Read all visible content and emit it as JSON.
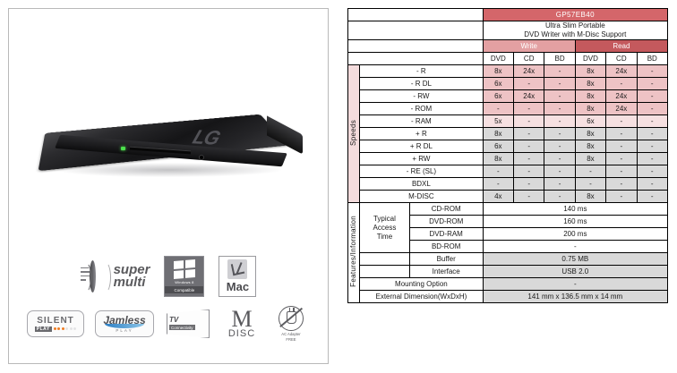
{
  "product": {
    "brand_logo": "LG",
    "image_alt": "ultra-slim-portable-dvd-writer",
    "badges_row1": [
      {
        "name": "super-multi-badge",
        "line1": "super",
        "line2": "multi"
      },
      {
        "name": "windows-8-compatible-badge",
        "label": "Windows 8",
        "sub": "Compatible"
      },
      {
        "name": "mac-compatible-badge",
        "label": "Mac"
      }
    ],
    "badges_row2": [
      {
        "name": "silent-play-badge",
        "label": "SILENT",
        "sub": "PLAY"
      },
      {
        "name": "jamless-play-badge",
        "label": "Jamless",
        "sub": "PLAY"
      },
      {
        "name": "tv-connectivity-badge",
        "label": "TV",
        "sub": "Connectivity"
      },
      {
        "name": "m-disc-badge",
        "label": "M",
        "sub": "DISC"
      },
      {
        "name": "ac-adapter-free-badge",
        "line1": "AC Adapter",
        "line2": "FREE"
      }
    ]
  },
  "spec": {
    "model": "GP57EB40",
    "subtitle_line1": "Ultra Slim Portable",
    "subtitle_line2": "DVD Writer with M-Disc Support",
    "group_write": "Write",
    "group_read": "Read",
    "media_headers": [
      "DVD",
      "CD",
      "BD",
      "DVD",
      "CD",
      "BD"
    ],
    "speeds_caption": "Speeds",
    "features_caption": "Features/Information",
    "speeds_rows": [
      {
        "label": "- R",
        "values": [
          "8x",
          "24x",
          "-",
          "8x",
          "24x",
          "-"
        ],
        "tone": "pink"
      },
      {
        "label": "- R DL",
        "values": [
          "6x",
          "-",
          "-",
          "8x",
          "-",
          "-"
        ],
        "tone": "pink"
      },
      {
        "label": "- RW",
        "values": [
          "6x",
          "24x",
          "-",
          "8x",
          "24x",
          "-"
        ],
        "tone": "pink"
      },
      {
        "label": "- ROM",
        "values": [
          "-",
          "-",
          "-",
          "8x",
          "24x",
          "-"
        ],
        "tone": "pink"
      },
      {
        "label": "- RAM",
        "values": [
          "5x",
          "-",
          "-",
          "6x",
          "-",
          "-"
        ],
        "tone": "pink2"
      },
      {
        "label": "+ R",
        "values": [
          "8x",
          "-",
          "-",
          "8x",
          "-",
          "-"
        ],
        "tone": "grey"
      },
      {
        "label": "+ R DL",
        "values": [
          "6x",
          "-",
          "-",
          "8x",
          "-",
          "-"
        ],
        "tone": "grey"
      },
      {
        "label": "+ RW",
        "values": [
          "8x",
          "-",
          "-",
          "8x",
          "-",
          "-"
        ],
        "tone": "grey"
      },
      {
        "label": "- RE (SL)",
        "values": [
          "-",
          "-",
          "-",
          "-",
          "-",
          "-"
        ],
        "tone": "grey"
      },
      {
        "label": "BDXL",
        "values": [
          "-",
          "-",
          "-",
          "-",
          "-",
          "-"
        ],
        "tone": "grey"
      },
      {
        "label": "M-DISC",
        "values": [
          "4x",
          "-",
          "-",
          "8x",
          "-",
          "-"
        ],
        "tone": "grey"
      }
    ],
    "access_time_label_l1": "Typical",
    "access_time_label_l2": "Access",
    "access_time_label_l3": "Time",
    "access_rows": [
      {
        "label": "CD-ROM",
        "value": "140 ms",
        "tone": "white"
      },
      {
        "label": "DVD-ROM",
        "value": "160 ms",
        "tone": "white"
      },
      {
        "label": "DVD-RAM",
        "value": "200 ms",
        "tone": "white"
      },
      {
        "label": "BD-ROM",
        "value": "-",
        "tone": "white"
      }
    ],
    "info_rows": [
      {
        "label": "Buffer",
        "value": "0.75 MB",
        "tone": "grey"
      },
      {
        "label": "Interface",
        "value": "USB 2.0",
        "tone": "grey"
      }
    ],
    "wide_rows": [
      {
        "label": "Mounting Option",
        "value": "-",
        "tone": "grey"
      },
      {
        "label": "External Dimension(WxDxH)",
        "value": "141 mm x 136.5 mm x 14 mm",
        "tone": "grey"
      }
    ]
  }
}
